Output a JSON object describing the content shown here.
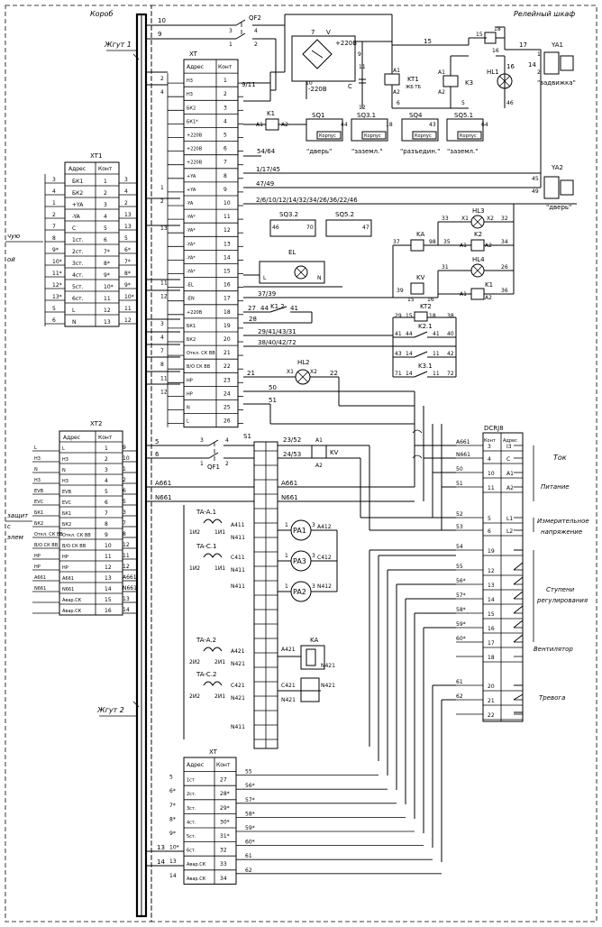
{
  "frame": {
    "korob": "Короб",
    "relay_cabinet": "Релейный шкаф",
    "bundle1": "Жгут 1",
    "bundle2": "Жгут 2",
    "cable_labels": [
      "чую",
      "ой",
      "защит",
      "с",
      "элем"
    ]
  },
  "xt1": {
    "title": "XT1",
    "head_addr": "Адрес",
    "head_cont": "Конт",
    "rows": [
      {
        "left": "3",
        "addr": "БК1",
        "cont": "1",
        "right": "3"
      },
      {
        "left": "4",
        "addr": "БК2",
        "cont": "2",
        "right": "4"
      },
      {
        "left": "1",
        "addr": "+YA",
        "cont": "3",
        "right": "2"
      },
      {
        "left": "2",
        "addr": "-YA",
        "cont": "4",
        "right": "13"
      },
      {
        "left": "7",
        "addr": "C",
        "cont": "5",
        "right": "13"
      },
      {
        "left": "8",
        "addr": "1ст.",
        "cont": "6",
        "right": "5"
      },
      {
        "left": "9*",
        "addr": "2ст.",
        "cont": "7*",
        "right": "6*"
      },
      {
        "left": "10*",
        "addr": "3ст.",
        "cont": "8*",
        "right": "7*"
      },
      {
        "left": "11*",
        "addr": "4ст.",
        "cont": "9*",
        "right": "8*"
      },
      {
        "left": "12*",
        "addr": "5ст.",
        "cont": "10*",
        "right": "9*"
      },
      {
        "left": "13*",
        "addr": "6ст.",
        "cont": "11",
        "right": "10*"
      },
      {
        "left": "5",
        "addr": "L",
        "cont": "12",
        "right": "11"
      },
      {
        "left": "6",
        "addr": "N",
        "cont": "13",
        "right": "12"
      }
    ]
  },
  "xt2": {
    "title": "XT2",
    "head_addr": "Адрес",
    "head_cont": "Конт",
    "rows": [
      {
        "left": "L",
        "addr": "L",
        "cont": "1",
        "right": "9"
      },
      {
        "left": "Н3",
        "addr": "Н3",
        "cont": "2",
        "right": "10"
      },
      {
        "left": "N",
        "addr": "N",
        "cont": "3",
        "right": "1"
      },
      {
        "left": "Н3",
        "addr": "Н3",
        "cont": "4",
        "right": "2"
      },
      {
        "left": "EVB",
        "addr": "EVB",
        "cont": "5",
        "right": "6"
      },
      {
        "left": "EVC",
        "addr": "EVC",
        "cont": "6",
        "right": "5"
      },
      {
        "left": "БК1",
        "addr": "БК1",
        "cont": "7",
        "right": "3"
      },
      {
        "left": "БК2",
        "addr": "БК2",
        "cont": "8",
        "right": "7"
      },
      {
        "left": "Откл. СК ВВ",
        "addr": "Откл. СК ВВ",
        "cont": "9",
        "right": "8"
      },
      {
        "left": "В/О СК ВВ",
        "addr": "В/О СК ВВ",
        "cont": "10",
        "right": "12"
      },
      {
        "left": "НР",
        "addr": "НР",
        "cont": "11",
        "right": "11"
      },
      {
        "left": "НР",
        "addr": "НР",
        "cont": "12",
        "right": "12"
      },
      {
        "left": "А661",
        "addr": "А661",
        "cont": "13",
        "right": "А661"
      },
      {
        "left": "N661",
        "addr": "N661",
        "cont": "14",
        "right": "N661"
      },
      {
        "left": "",
        "addr": "Авар.СК",
        "cont": "15",
        "right": "13"
      },
      {
        "left": "",
        "addr": "Авар.СК",
        "cont": "16",
        "right": "14"
      }
    ]
  },
  "xt": {
    "title": "XT",
    "head_addr": "Адрес",
    "head_cont": "Конт",
    "rows": [
      {
        "left": "2",
        "addr": "Н3",
        "cont": "1"
      },
      {
        "left": "4",
        "addr": "Н3",
        "cont": "2"
      },
      {
        "left": "",
        "addr": "БК2",
        "cont": "3"
      },
      {
        "left": "",
        "addr": "БК1*",
        "cont": "4"
      },
      {
        "left": "",
        "addr": "+220В",
        "cont": "5"
      },
      {
        "left": "",
        "addr": "+220В",
        "cont": "6"
      },
      {
        "left": "",
        "addr": "+220В",
        "cont": "7"
      },
      {
        "left": "",
        "addr": "+YA",
        "cont": "8"
      },
      {
        "left": "1",
        "addr": "+YA",
        "cont": "9"
      },
      {
        "left": "2",
        "addr": "-YA",
        "cont": "10"
      },
      {
        "left": "",
        "addr": "-YA*",
        "cont": "11"
      },
      {
        "left": "13",
        "addr": "-YA*",
        "cont": "12"
      },
      {
        "left": "",
        "addr": "-YA*",
        "cont": "13"
      },
      {
        "left": "",
        "addr": "-YA*",
        "cont": "14"
      },
      {
        "left": "",
        "addr": "-YA*",
        "cont": "15"
      },
      {
        "left": "11",
        "addr": "-EL",
        "cont": "16"
      },
      {
        "left": "12",
        "addr": "-EN",
        "cont": "17"
      },
      {
        "left": "",
        "addr": "+220В",
        "cont": "18"
      },
      {
        "left": "3",
        "addr": "БК1",
        "cont": "19"
      },
      {
        "left": "4",
        "addr": "БК2",
        "cont": "20"
      },
      {
        "left": "7",
        "addr": "Откл. СК ВВ",
        "cont": "21"
      },
      {
        "left": "8",
        "addr": "В/О СК ВВ",
        "cont": "22"
      },
      {
        "left": "11",
        "addr": "НР",
        "cont": "23"
      },
      {
        "left": "12",
        "addr": "НР",
        "cont": "24"
      },
      {
        "left": "",
        "addr": "N",
        "cont": "25"
      },
      {
        "left": "",
        "addr": "L",
        "cont": "26"
      }
    ]
  },
  "xt_bottom": {
    "title": "XT",
    "head_addr": "Адрес",
    "head_cont": "Конт",
    "rows": [
      {
        "left": "5",
        "addr": "1ст",
        "cont": "27",
        "wire": "55"
      },
      {
        "left": "6*",
        "addr": "2ст.",
        "cont": "28*",
        "wire": "56*"
      },
      {
        "left": "7*",
        "addr": "3ст.",
        "cont": "29*",
        "wire": "57*"
      },
      {
        "left": "8*",
        "addr": "4ст.",
        "cont": "30*",
        "wire": "58*"
      },
      {
        "left": "9*",
        "addr": "5ст.",
        "cont": "31*",
        "wire": "59*"
      },
      {
        "left": "10*",
        "addr": "6ст.",
        "cont": "32",
        "wire": "60*"
      },
      {
        "left": "13",
        "addr": "Авар.СК",
        "cont": "33",
        "wire": "61"
      },
      {
        "left": "14",
        "addr": "Авар.СК",
        "cont": "34",
        "wire": "62"
      }
    ]
  },
  "dcrj": {
    "title": "DCRJ8",
    "head_cont": "Конт",
    "head_addr": "Адрес",
    "rows": [
      {
        "wire": "А661",
        "cont": "3",
        "addr": "I3"
      },
      {
        "wire": "N661",
        "cont": "4",
        "addr": "C"
      },
      {
        "wire": "50",
        "cont": "10",
        "addr": "A1"
      },
      {
        "wire": "51",
        "cont": "11",
        "addr": "A2"
      },
      {
        "wire": "52",
        "cont": "5",
        "addr": "L1"
      },
      {
        "wire": "53",
        "cont": "6",
        "addr": "L2"
      },
      {
        "wire": "54",
        "cont": "19",
        "addr": ""
      },
      {
        "wire": "55",
        "cont": "12",
        "addr": ""
      },
      {
        "wire": "56*",
        "cont": "13",
        "addr": ""
      },
      {
        "wire": "57*",
        "cont": "14",
        "addr": ""
      },
      {
        "wire": "58*",
        "cont": "15",
        "addr": ""
      },
      {
        "wire": "59*",
        "cont": "16",
        "addr": ""
      },
      {
        "wire": "60*",
        "cont": "17",
        "addr": ""
      },
      {
        "wire": "",
        "cont": "18",
        "addr": ""
      },
      {
        "wire": "61",
        "cont": "20",
        "addr": ""
      },
      {
        "wire": "62",
        "cont": "21",
        "addr": ""
      },
      {
        "wire": "",
        "cont": "22",
        "addr": ""
      }
    ],
    "labels": {
      "current": "Ток",
      "supply": "Питание",
      "measure1": "Измерительное",
      "measure2": "напряжение",
      "steps1": "Ступени",
      "steps2": "регулирования",
      "fan": "Вентилятор",
      "alarm": "Тревога"
    }
  },
  "devices": {
    "qf2": "QF2",
    "qf1": "QF1",
    "s1": "S1",
    "kv": "KV",
    "ya1": "YA1",
    "ya1_label": "\"задвижка\"",
    "ya2": "YA2",
    "ya2_label": "\"дверь\"",
    "kt1": "KT1",
    "k3": "K3",
    "hl1": "HL1",
    "k1": "K1",
    "sq1": "SQ1",
    "sq1_label": "\"дверь\"",
    "sq31": "SQ3.1",
    "sq31_label": "\"заземл.\"",
    "sq4": "SQ4",
    "sq4_label": "\"разъедин.\"",
    "sq51": "SQ5.1",
    "sq51_label": "\"заземл.\"",
    "sq32": "SQ3.2",
    "sq52": "SQ5.2",
    "el": "EL",
    "ka": "KA",
    "kv2": "KV",
    "hl3": "HL3",
    "hl4": "HL4",
    "k2": "K2",
    "k1b": "K1",
    "kt2": "KT2",
    "k21": "K2.1",
    "k31": "K3.1",
    "k12": "K1.2",
    "hl2": "HL2",
    "pa1": "PA1",
    "pa2": "PA2",
    "pa3": "PA3",
    "ka2": "KA",
    "ta_a1": "TA-A.1",
    "ta_c1": "TA-C.1",
    "ta_a2": "TA-A.2",
    "ta_c2": "TA-C.2",
    "korpus": "Корпус",
    "bridge_plus": "+220В",
    "bridge_minus": "-220В",
    "bridge_7": "7",
    "bridge_v": "V",
    "cap_c": "C"
  },
  "wires": {
    "top_10": "10",
    "top_9": "9",
    "w15": "15",
    "w16": "16",
    "w17": "17",
    "w18": "18",
    "w14": "14",
    "w911": "9/11",
    "w5464": "54/64",
    "w11745": "1/17/45",
    "w4749": "47/49",
    "wlong": "2/6/10/12/14/32/34/26/36/22/46",
    "w3739": "37/39",
    "w2744": "27",
    "w28": "28",
    "w29": "29/41/43/31",
    "w38": "38/40/42/72",
    "w21": "21",
    "w22": "22",
    "w50": "50",
    "w51": "51",
    "w2352": "23/52",
    "w2453": "24/53",
    "a661": "А661",
    "n661": "N661",
    "a412": "А412",
    "c412": "С412",
    "n412": "N412",
    "a411": "А411",
    "c411": "С411",
    "n411": "N411",
    "a421": "А421",
    "c421": "С421",
    "n421": "N421"
  }
}
